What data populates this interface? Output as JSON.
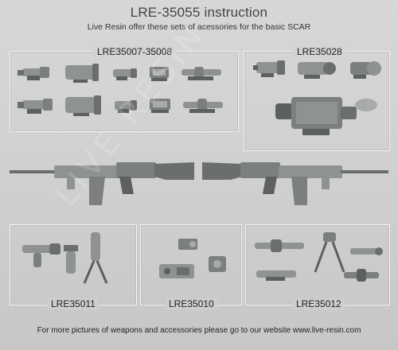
{
  "header": {
    "title": "LRE-35055 instruction",
    "subtitle": "Live Resin offer these sets of acessories for the basic SCAR"
  },
  "panels": {
    "optics_a": {
      "label": "LRE35007-35008"
    },
    "optics_b": {
      "label": "LRE35028"
    },
    "grips": {
      "label": "LRE35011"
    },
    "lasers": {
      "label": "LRE35010"
    },
    "bipods": {
      "label": "LRE35012"
    }
  },
  "watermark": {
    "text": "LIVE RESIN"
  },
  "footer": {
    "text": "For more pictures of weapons and accessories please go to our website www.live-resin.com"
  },
  "colors": {
    "background": "#d2d2d2",
    "part": "#8e9293",
    "part_dark": "#5c6061",
    "panel_border": "#f4f4f4"
  }
}
